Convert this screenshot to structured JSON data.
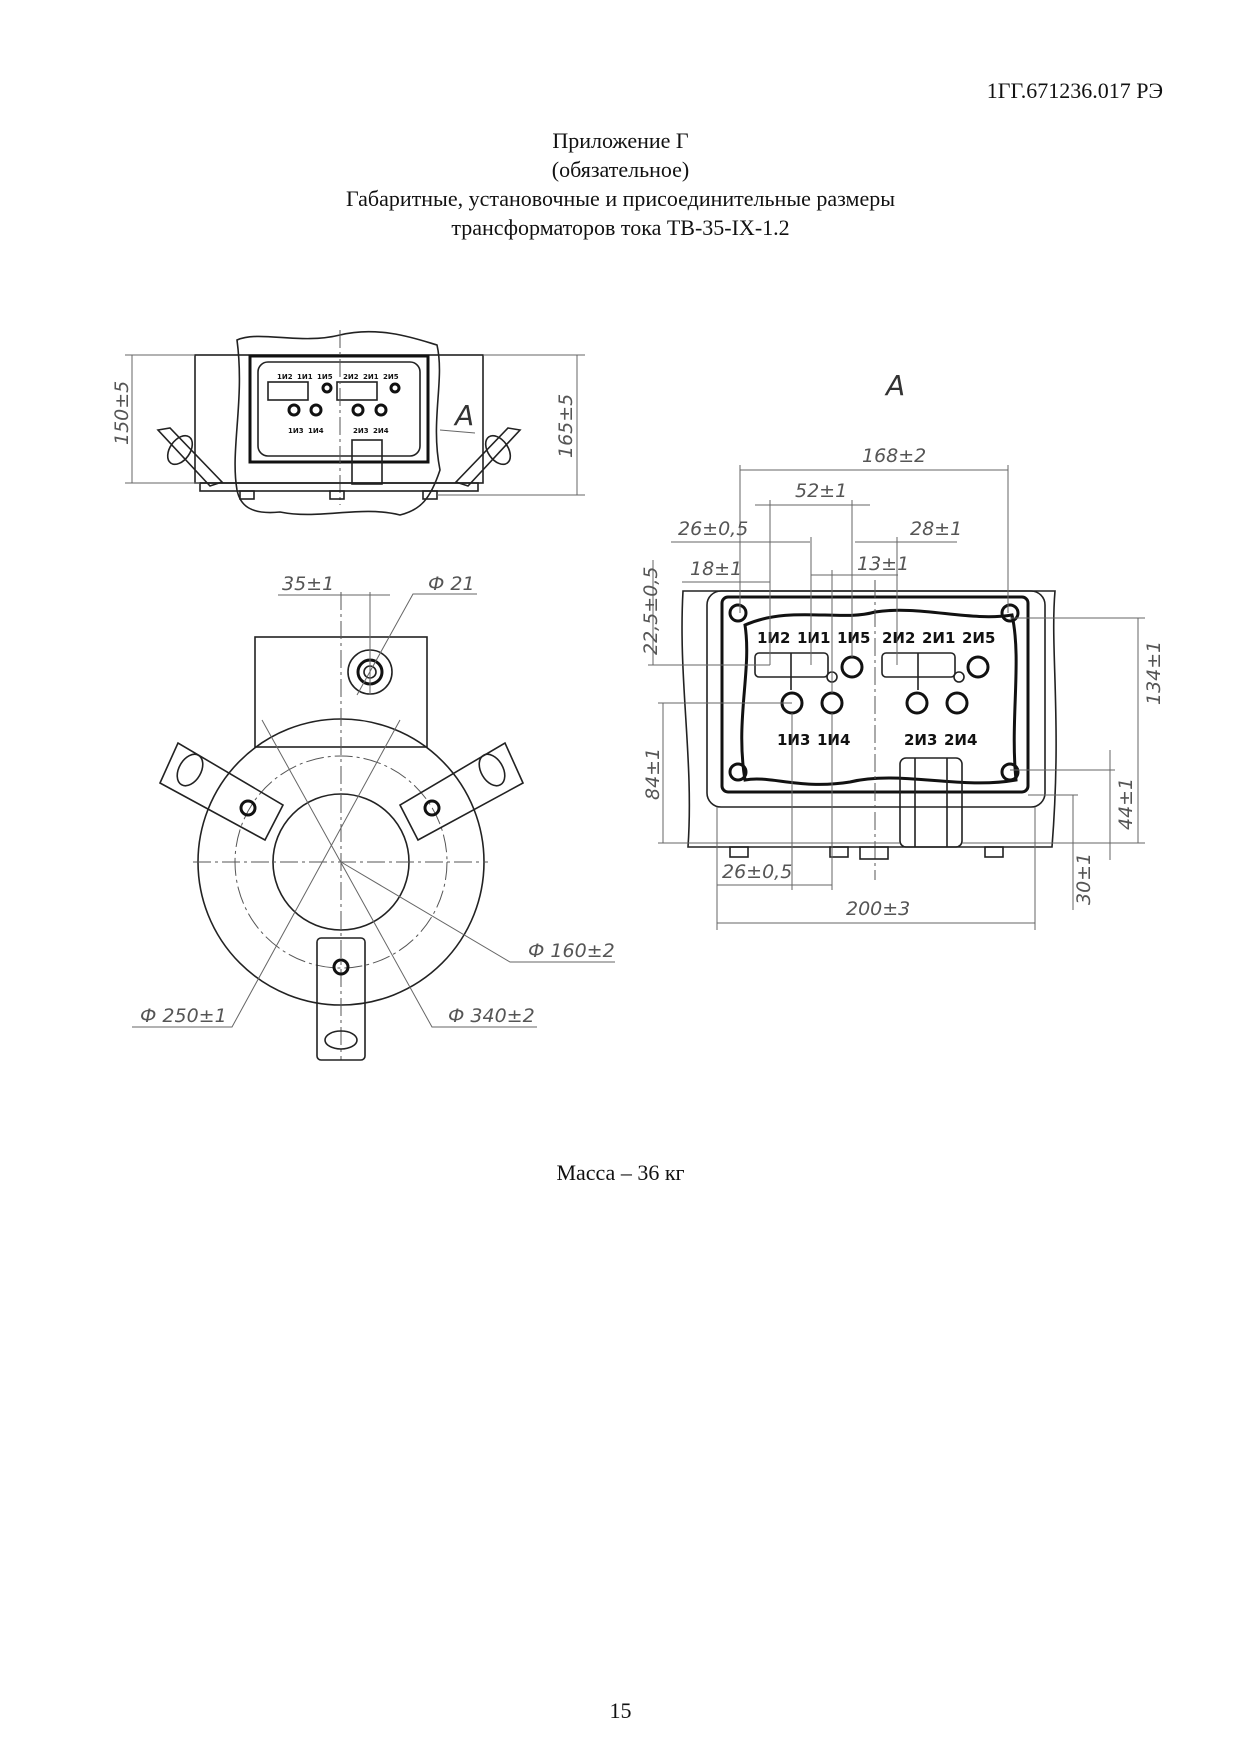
{
  "header": {
    "doc_number": "1ГГ.671236.017 РЭ"
  },
  "title": {
    "line1": "Приложение Г",
    "line2": "(обязательное)",
    "line3": "Габаритные, установочные и присоединительные размеры",
    "line4": "трансформаторов тока ТВ-35-IX-1.2"
  },
  "drawing": {
    "view_label": "А",
    "top_view": {
      "dim_height_left": "150±5",
      "dim_height_right": "165±5"
    },
    "front_view": {
      "dim_offset": "35±1",
      "dim_hole": "Ф 21",
      "dim_inner": "Ф 160±2",
      "dim_mid": "Ф 250±1",
      "dim_outer": "Ф 340±2"
    },
    "view_a": {
      "dims": {
        "d168": "168±2",
        "d52": "52±1",
        "d26top": "26±0,5",
        "d28": "28±1",
        "d13": "13±1",
        "d18": "18±1",
        "d22": "22,5±0,5",
        "d84": "84±1",
        "d134": "134±1",
        "d44": "44±1",
        "d30": "30±1",
        "d26bottom": "26±0,5",
        "d200": "200±3"
      },
      "terminals_top": [
        "1И2",
        "1И1",
        "1И5",
        "2И2",
        "2И1",
        "2И5"
      ],
      "terminals_bottom": [
        "1И3",
        "1И4",
        "2И3",
        "2И4"
      ]
    }
  },
  "footer": {
    "mass": "Масса – 36 кг",
    "page_number": "15"
  }
}
